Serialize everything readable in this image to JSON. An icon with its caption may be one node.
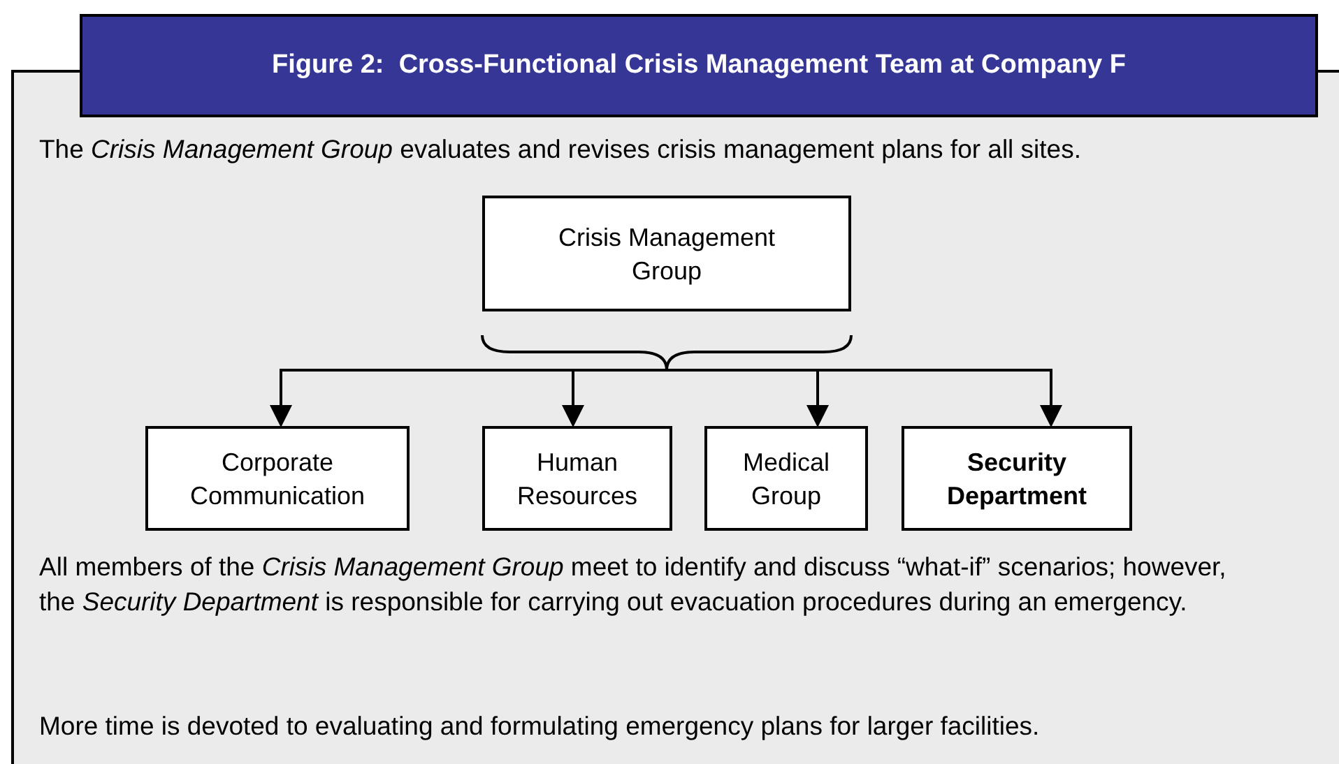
{
  "diagram": {
    "title": "Figure 2:  Cross-Functional Crisis Management Team at Company F",
    "nodes": [
      {
        "text": [
          "Crisis Management Group"
        ]
      },
      {
        "text": [],
        "shape": "brace"
      },
      {
        "text": [
          "Corporate Communication"
        ]
      },
      {
        "text": [
          "Human Resources"
        ]
      },
      {
        "text": [
          "Medical Group"
        ]
      },
      {
        "text": [
          "Security Department"
        ]
      }
    ],
    "edges": [
      {
        "from": 1,
        "to": 2,
        "arrow": "to"
      },
      {
        "from": 1,
        "to": 3,
        "arrow": "to"
      },
      {
        "from": 1,
        "to": 4,
        "arrow": "to"
      },
      {
        "from": 1,
        "to": 5,
        "arrow": "to"
      }
    ],
    "labels": [
      "The *Crisis Management Group* evaluates and revises crisis management plans for all sites.",
      "All members of the *Crisis Management Group* meet to identify and discuss “what-if” scenarios;  however, the *Security Department* is responsible for carrying out evacuation procedures during an emergency.",
      "More time is devoted to evaluating and formulating emergency plans for larger facilities."
    ]
  }
}
